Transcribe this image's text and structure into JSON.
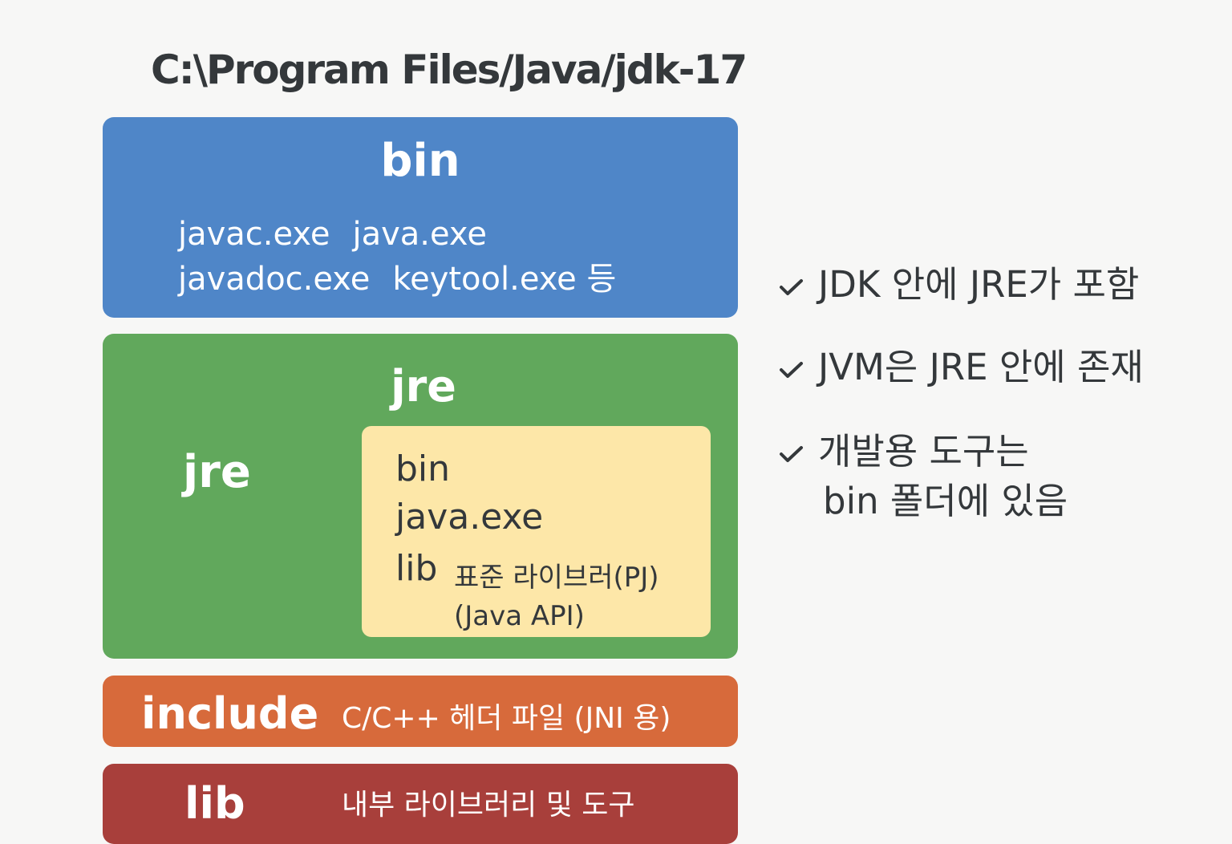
{
  "path_title": "C:\\Program Files/Java/jdk-17",
  "bin_block": {
    "title": "bin",
    "line1": [
      "javac.exe",
      "java.exe"
    ],
    "line2": [
      "javadoc.exe",
      "keytool.exe 등"
    ],
    "color": "#4f86c8"
  },
  "jre_block": {
    "top_title": "jre",
    "side_title": "jre",
    "color": "#61a85c",
    "inner": {
      "bin": "bin",
      "java_exe": "java.exe",
      "lib": "lib",
      "lib_desc_1": "표준 라이브러(РJ)",
      "lib_desc_2": "(Java API)",
      "color": "#fde7a8"
    }
  },
  "include_block": {
    "name": "include",
    "desc": "C/C++ 헤더 파일 (JNI 용)",
    "color": "#d76a3b"
  },
  "lib_block": {
    "name": "lib",
    "desc": "내부 라이브러리 및 도구",
    "color": "#a83f3b"
  },
  "notes": [
    {
      "icon": "check-icon",
      "line1": "JDK 안에 JRE가 포함"
    },
    {
      "icon": "check-icon",
      "line1": "JVM은 JRE 안에 존재"
    },
    {
      "icon": "check-icon",
      "line1": "개발용 도구는",
      "line2": "bin 폴더에 있음"
    }
  ]
}
